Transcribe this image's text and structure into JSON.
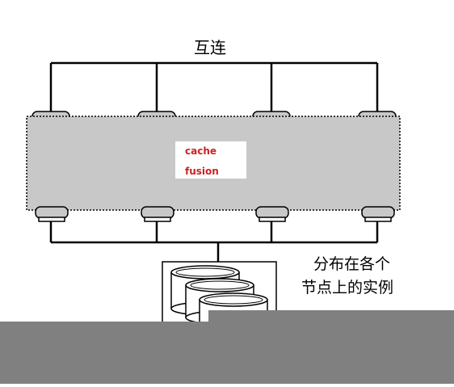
{
  "diagram": {
    "interconnect_label": "互连",
    "cache_fusion_label": {
      "line1": "cache",
      "line2": "fusion"
    },
    "storage_label": {
      "line1": "分布在各个",
      "line2": "节点上的实例"
    }
  },
  "colors": {
    "cluster_fill": "#c8c8c8",
    "cache_text": "#cc2222",
    "overlay": "#808080"
  }
}
